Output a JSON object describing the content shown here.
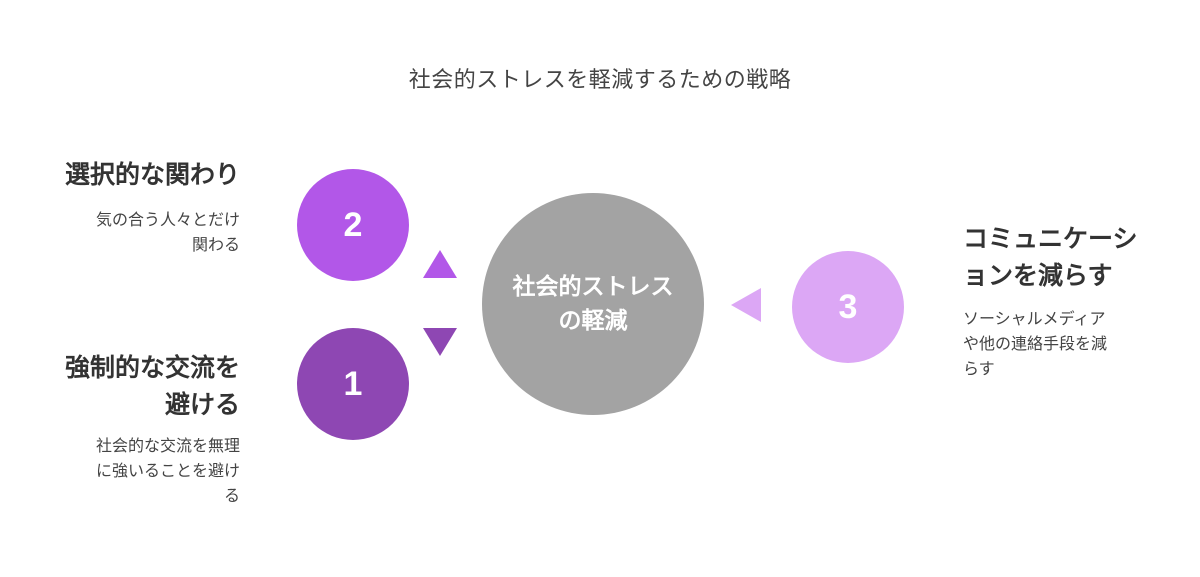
{
  "title": "社会的ストレスを軽減するための戦略",
  "center": {
    "line1": "社会的ストレス",
    "line2": "の軽減"
  },
  "colors": {
    "circle1": "#8e47b3",
    "circle2": "#b257e8",
    "circle3": "#dca7f5",
    "center": "#a3a3a3",
    "arrow_up": "#b257e8",
    "arrow_down": "#8e47b3",
    "arrow_left": "#dca7f5"
  },
  "strategies": [
    {
      "number": "1",
      "heading_lines": [
        "強制的な交流を",
        "避ける"
      ],
      "desc_lines": [
        "社会的な交流を無理",
        "に強いることを避け",
        "る"
      ]
    },
    {
      "number": "2",
      "heading_lines": [
        "選択的な関わり"
      ],
      "desc_lines": [
        "気の合う人々とだけ",
        "関わる"
      ]
    },
    {
      "number": "3",
      "heading_lines": [
        "コミュニケーシ",
        "ョンを減らす"
      ],
      "desc_lines": [
        "ソーシャルメディア",
        "や他の連絡手段を減",
        "らす"
      ]
    }
  ]
}
